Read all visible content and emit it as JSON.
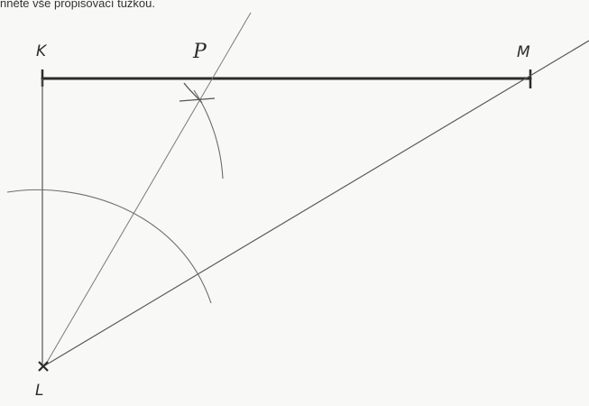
{
  "header": {
    "text": "nněte vše propisovací tužkou."
  },
  "diagram": {
    "points": {
      "K": "K",
      "M": "M",
      "L": "L",
      "P": "P"
    }
  },
  "colors": {
    "ink": "#2b2b2b",
    "pencil": "#6f6f6f",
    "paper": "#f8f8f6"
  }
}
